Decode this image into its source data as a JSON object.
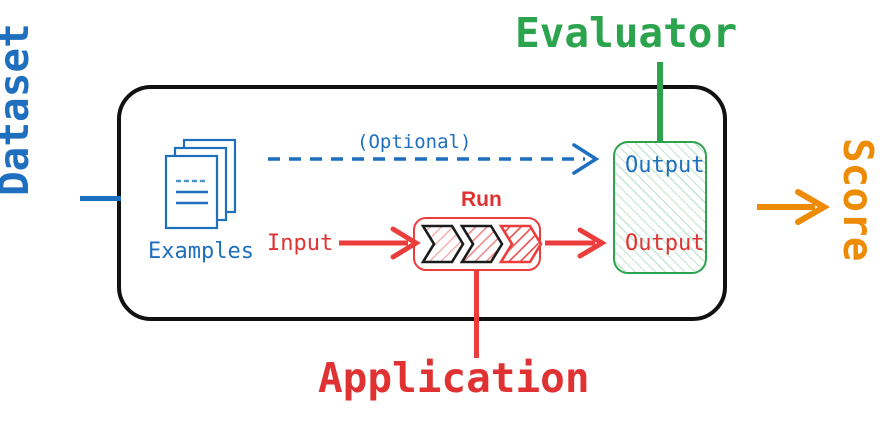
{
  "diagram": {
    "title": "Evaluation pipeline diagram",
    "type": "flow-diagram",
    "labels": {
      "dataset": "Dataset",
      "score": "Score",
      "evaluator": "Evaluator",
      "application": "Application",
      "examples": "Examples",
      "optional": "(Optional)",
      "input": "Input",
      "run": "Run",
      "output_reference": "Output",
      "output_generated": "Output"
    },
    "colors": {
      "dataset_blue": "#1F6FBF",
      "application_red": "#E03232",
      "arrow_red": "#EC3D3D",
      "evaluator_green": "#2CA44E",
      "score_orange": "#EE8B04",
      "container_black": "#111111"
    },
    "nodes": [
      {
        "id": "examples",
        "label": "Examples",
        "icon": "documents-stack-icon",
        "color": "#1F6FBF"
      },
      {
        "id": "run",
        "label": "Run",
        "icon": "chevrons-icon",
        "color": "#EC3D3D"
      },
      {
        "id": "evaluator-output",
        "label": "Output",
        "color": "#2CA44E"
      }
    ],
    "edges": [
      {
        "id": "dataset-to-container",
        "style": "solid",
        "color": "#1F6FBF",
        "label": ""
      },
      {
        "id": "examples-to-output",
        "style": "dashed",
        "color": "#1F6FBF",
        "label": "(Optional)"
      },
      {
        "id": "input-to-run",
        "style": "solid",
        "color": "#EC3D3D",
        "label": "Input"
      },
      {
        "id": "run-to-output",
        "style": "solid",
        "color": "#EC3D3D",
        "label": ""
      },
      {
        "id": "container-to-score",
        "style": "solid",
        "color": "#EE8B04",
        "label": ""
      },
      {
        "id": "evaluator-to-container",
        "style": "solid",
        "color": "#2CA44E",
        "label": ""
      },
      {
        "id": "application-to-run",
        "style": "solid",
        "color": "#EC3D3D",
        "label": ""
      }
    ]
  }
}
